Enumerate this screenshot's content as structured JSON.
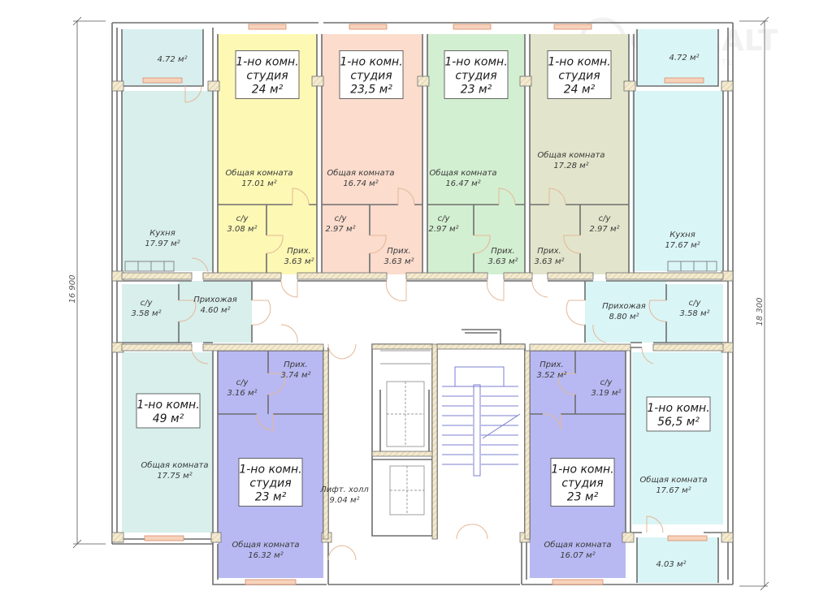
{
  "watermark": {
    "brand": "ONREALT",
    "subtitle": "НЕДВИЖИМОСТЬ"
  },
  "dimensions": {
    "left": "16 900",
    "right": "18 300"
  },
  "colors": {
    "yellow": "#fdf8b4",
    "salmon": "#fbdccd",
    "green": "#d3efd1",
    "olive": "#e2e5cb",
    "cyan": "#daf5f6",
    "teal": "#d8efec",
    "violet": "#b8b9f2",
    "wall": "#6e6e6e",
    "hatch": "#f1e6c8",
    "door": "#e4b898",
    "window": "#f6d2bb",
    "stairs": "#7b7fcf"
  },
  "apartments": [
    {
      "id": "a1",
      "title": "1-но комн.",
      "subtitle": "студия",
      "area": "24 м²"
    },
    {
      "id": "a2",
      "title": "1-но комн.",
      "subtitle": "студия",
      "area": "23,5 м²"
    },
    {
      "id": "a3",
      "title": "1-но комн.",
      "subtitle": "студия",
      "area": "23  м²"
    },
    {
      "id": "a4",
      "title": "1-но комн.",
      "subtitle": "студия",
      "area": "24 м²"
    },
    {
      "id": "a5",
      "title": "1-но комн.",
      "subtitle": "",
      "area": "49 м²"
    },
    {
      "id": "a6",
      "title": "1-но комн.",
      "subtitle": "студия",
      "area": "23 м²"
    },
    {
      "id": "a7",
      "title": "1-но комн.",
      "subtitle": "студия",
      "area": "23 м²"
    },
    {
      "id": "a8",
      "title": "1-но комн.",
      "subtitle": "",
      "area": "56,5 м²"
    }
  ],
  "rooms": {
    "balcony_tl": {
      "name": "",
      "area": "4.72 м²"
    },
    "balcony_tr": {
      "name": "",
      "area": "4.72 м²"
    },
    "balcony_br": {
      "name": "",
      "area": "4.03 м²"
    },
    "kitchen_l": {
      "name": "Кухня",
      "area": "17.97 м²"
    },
    "kitchen_r": {
      "name": "Кухня",
      "area": "17.67 м²"
    },
    "a1_living": {
      "name": "Общая комната",
      "area": "17.01 м²"
    },
    "a1_bath": {
      "name": "с/у",
      "area": "3.08 м²"
    },
    "a1_hall": {
      "name": "Прих.",
      "area": "3.63 м²"
    },
    "a2_living": {
      "name": "Общая комната",
      "area": "16.74 м²"
    },
    "a2_bath": {
      "name": "с/у",
      "area": "2.97 м²"
    },
    "a2_hall": {
      "name": "Прих.",
      "area": "3.63 м²"
    },
    "a3_living": {
      "name": "Общая комната",
      "area": "16.47 м²"
    },
    "a3_bath": {
      "name": "с/у",
      "area": "2.97 м²"
    },
    "a3_hall": {
      "name": "Прих.",
      "area": "3.63 м²"
    },
    "a4_living": {
      "name": "Общая комната",
      "area": "17.28 м²"
    },
    "a4_bath": {
      "name": "с/у",
      "area": "2.97 м²"
    },
    "a4_hall": {
      "name": "Прих.",
      "area": "3.63 м²"
    },
    "a5_bath": {
      "name": "с/у",
      "area": "3.58 м²"
    },
    "a5_hall": {
      "name": "Прихожая",
      "area": "4.60 м²"
    },
    "a5_living": {
      "name": "Общая комната",
      "area": "17.75 м²"
    },
    "a6_bath": {
      "name": "с/у",
      "area": "3.16 м²"
    },
    "a6_hall": {
      "name": "Прих.",
      "area": "3.74 м²"
    },
    "a6_living": {
      "name": "Общая комната",
      "area": "16.32 м²"
    },
    "a7_hall": {
      "name": "Прих.",
      "area": "3.52 м²"
    },
    "a7_bath": {
      "name": "с/у",
      "area": "3.19 м²"
    },
    "a7_living": {
      "name": "Общая комната",
      "area": "16.07 м²"
    },
    "a8_hall": {
      "name": "Прихожая",
      "area": "8.80 м²"
    },
    "a8_bath": {
      "name": "с/у",
      "area": "3.58 м²"
    },
    "a8_living": {
      "name": "Общая комната",
      "area": "17.67 м²"
    },
    "lift_hall": {
      "name": "Лифт. холл",
      "area": "9.04 м²"
    }
  }
}
